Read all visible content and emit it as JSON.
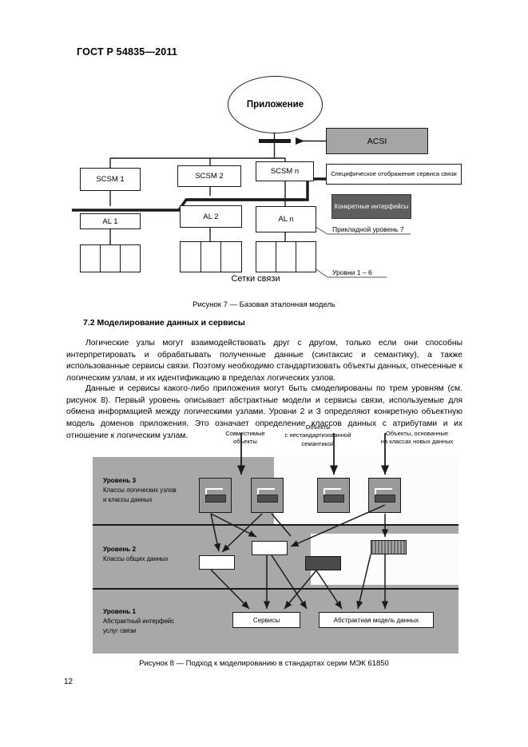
{
  "document": {
    "header": "ГОСТ Р 54835—2011",
    "page_number": "12"
  },
  "figure7": {
    "caption": "Рисунок 7 — Базовая эталонная модель",
    "application": "Приложение",
    "acsi": "ACSI",
    "specific_mapping": "Специфическое отображение сервиса связи",
    "concrete_interfaces": "Конкретные интерфейсы",
    "scsm": [
      "SCSM 1",
      "SCSM 2",
      "SCSM n"
    ],
    "al": [
      "AL 1",
      "AL 2",
      "AL n"
    ],
    "networks_label": "Сетки связи",
    "annotation_layer7": "Прикладной уровень 7",
    "annotation_layers16": "Уровни 1 – 6"
  },
  "section": {
    "heading": "7.2 Моделирование данных и сервисы",
    "paragraph1": "Логические узлы могут взаимодействовать друг с другом, только если они способны интерпретировать и обрабатывать полученные данные (синтаксис и семантику), а также использованные сервисы связи. Поэтому необходимо стандартизовать объекты данных, отнесенные к логическим узлам, и их идентификацию в пределах логических узлов.",
    "paragraph2": "Данные и сервисы какого-либо приложения могут быть смоделированы по трем уровням (см. рисунок 8). Первый уровень описывает абстрактные модели и сервисы связи, используемые для обмена информацией между логическими узлами. Уровни 2 и 3 определяют конкретную объектную модель доменов приложения. Это означает определение классов данных с атрибутами и их отношение к логическим узлам."
  },
  "figure8": {
    "caption": "Рисунок 8 — Подход к моделированию в стандартах серии МЭК 61850",
    "top_labels": [
      "Совместимые\nобъекты",
      "Объекты\nс нестандартизованной\nсемантикой",
      "Объекты, основанные\nна классах новых данных"
    ],
    "top_label_1_line1": "Совместимые",
    "top_label_1_line2": "объекты",
    "top_label_2_line1": "Объекты",
    "top_label_2_line2": "с нестандартизованной",
    "top_label_2_line3": "семантикой",
    "top_label_3_line1": "Объекты, основанные",
    "top_label_3_line2": "на классах новых данных",
    "level3_title": "Уровень 3",
    "level3_desc_line1": "Классы логических узлов",
    "level3_desc_line2": "и классы данных",
    "level2_title": "Уровень 2",
    "level2_desc_line1": "Классы общих данных",
    "level1_title": "Уровень 1",
    "level1_desc_line1": "Абстрактный интерфейс",
    "level1_desc_line2": "услуг связи",
    "services_box": "Сервисы",
    "abstract_model_box": "Абстрактная модель данных"
  },
  "colors": {
    "acsi_fill": "#a5a5a5",
    "concrete_fill": "#5e5e5e",
    "fig8_bg": "#a8a8a8",
    "fig8_box": "#9a9a9a",
    "line": "#1a1a1a"
  }
}
